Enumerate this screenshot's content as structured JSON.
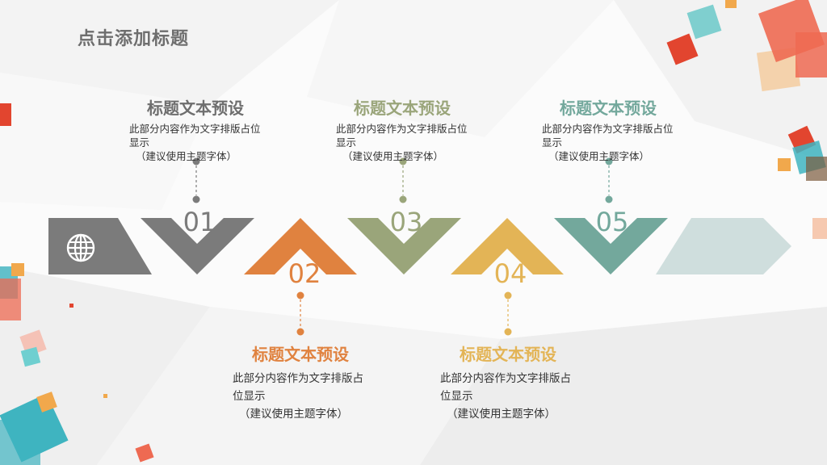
{
  "page": {
    "title": "点击添加标题"
  },
  "colors": {
    "gray": "#7b7b7b",
    "orange": "#e0823f",
    "olive": "#9aa57a",
    "gold": "#e3b456",
    "teal": "#73a89c",
    "pale": "#cfdedd",
    "dark_box": "#7b7b7b"
  },
  "icon": {
    "name": "globe-icon"
  },
  "steps": [
    {
      "number": "01",
      "heading": "标题文本预设",
      "body_line1": "此部分内容作为文字排版占位",
      "body_line2": "显示",
      "body_line3": "（建议使用主题字体）"
    },
    {
      "number": "02",
      "heading": "标题文本预设",
      "body_line1": "此部分内容作为文字排版占",
      "body_line2": "位显示",
      "body_line3": "（建议使用主题字体）"
    },
    {
      "number": "03",
      "heading": "标题文本预设",
      "body_line1": "此部分内容作为文字排版占位",
      "body_line2": "显示",
      "body_line3": "（建议使用主题字体）"
    },
    {
      "number": "04",
      "heading": "标题文本预设",
      "body_line1": "此部分内容作为文字排版占",
      "body_line2": "位显示",
      "body_line3": "（建议使用主题字体）"
    },
    {
      "number": "05",
      "heading": "标题文本预设",
      "body_line1": "此部分内容作为文字排版占位",
      "body_line2": "显示",
      "body_line3": "（建议使用主题字体）"
    }
  ]
}
